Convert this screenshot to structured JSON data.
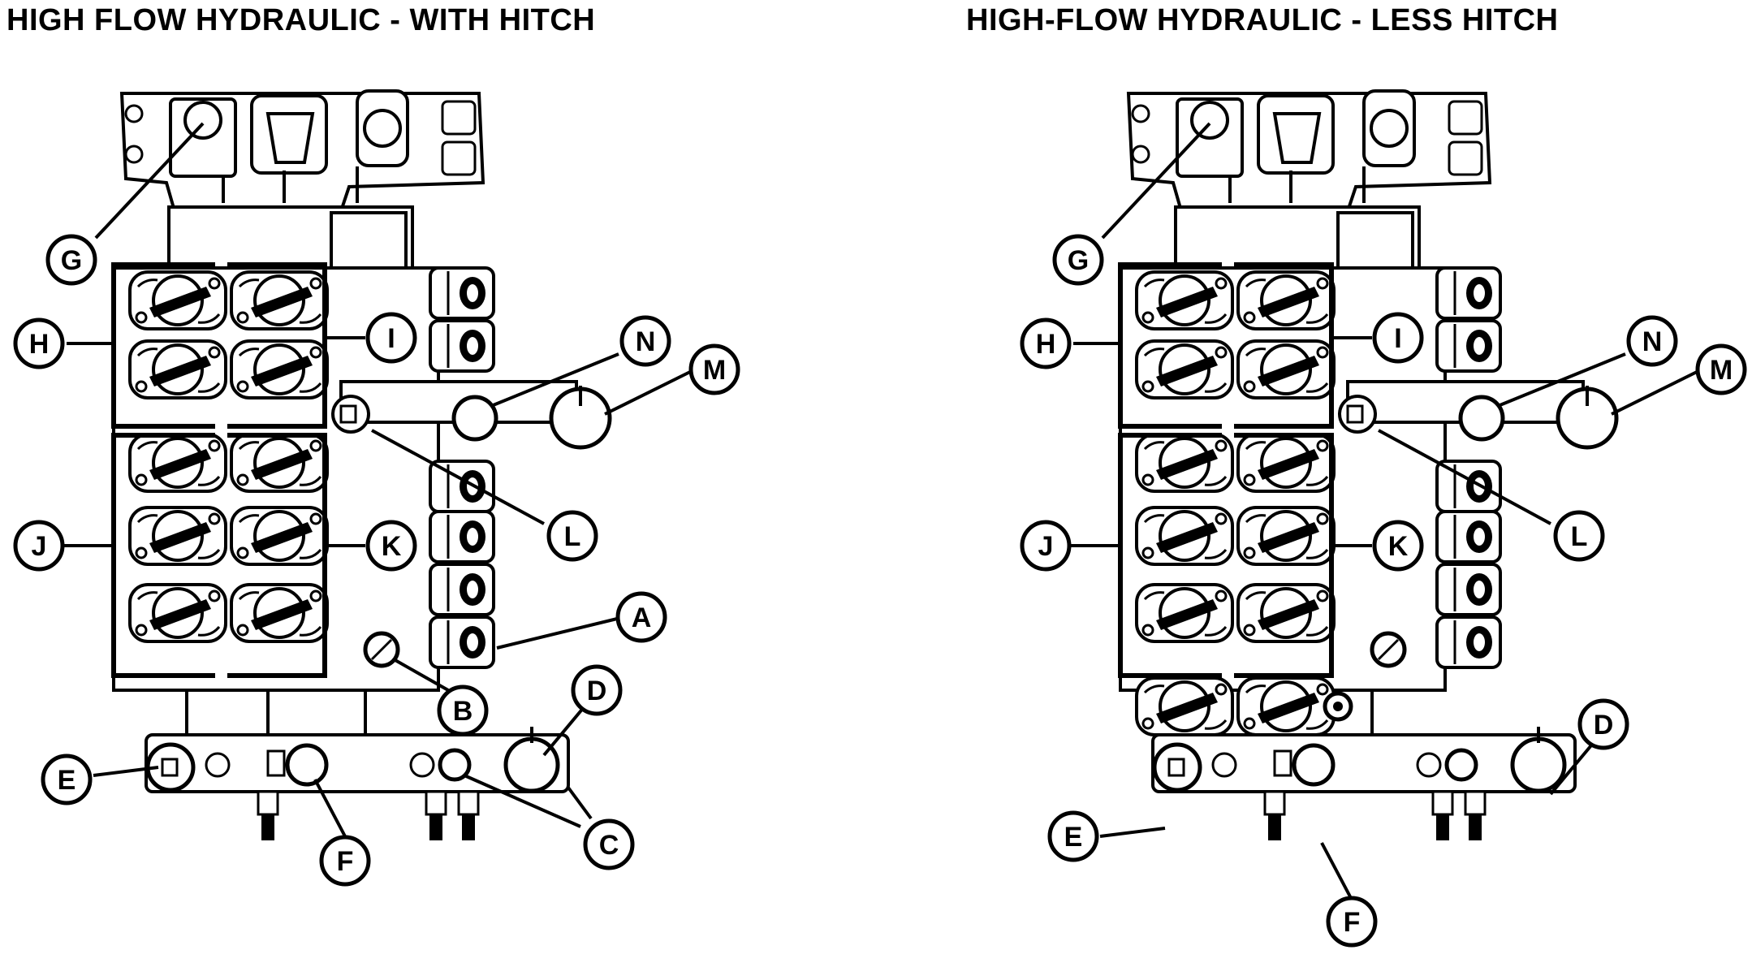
{
  "titles": {
    "left": "HIGH FLOW HYDRAULIC - WITH HITCH",
    "right": "HIGH-FLOW HYDRAULIC - LESS HITCH"
  },
  "callouts": {
    "left": [
      "G",
      "H",
      "I",
      "N",
      "M",
      "L",
      "J",
      "K",
      "A",
      "B",
      "D",
      "E",
      "F",
      "C"
    ],
    "right": [
      "G",
      "H",
      "I",
      "N",
      "M",
      "L",
      "J",
      "K",
      "D",
      "E",
      "F"
    ]
  },
  "colors": {
    "ink": "#000000",
    "paper": "#ffffff"
  }
}
